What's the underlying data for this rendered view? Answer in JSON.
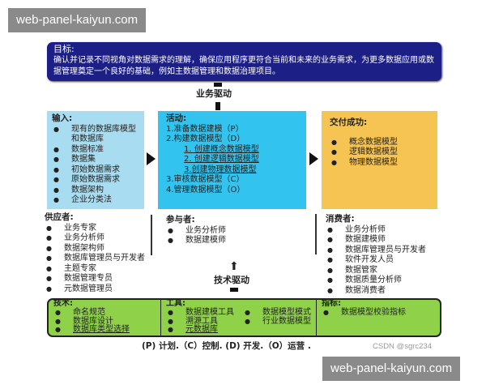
{
  "watermarks": {
    "top": "web-panel-kaiyun.com",
    "bottom": "web-panel-kaiyun.com"
  },
  "goal": {
    "title": "目标:",
    "text": "确认并记录不同视角对数据需求的理解，确保应用程序更符合当前和未来的业务需求，为更多数据应用或数据管理奠定一个良好的基础，例如主数据管理和数据治理项目。"
  },
  "business_driver": "业务驱动",
  "tech_driver": "技术驱动",
  "inputs": {
    "title": "输入:",
    "items": [
      "现有的数据库模型和数据库",
      "数据标准",
      "数据集",
      "初始数据需求",
      "原始数据需求",
      "数据架构",
      "企业分类法"
    ]
  },
  "activities": {
    "title": "活动:",
    "items": [
      "1.准备数据建模（P）",
      "2.构建数据模型（D）",
      "1. 创建概念数据模型",
      "2. 创建逻辑数据模型",
      "3.创建物理数据模型",
      "3.审核数据模型（C）",
      "4.管理数据模型（O）"
    ]
  },
  "deliverables": {
    "title": "交付成功:",
    "items": [
      "概念数据模型",
      "逻辑数据模型",
      "物理数据模型"
    ]
  },
  "suppliers": {
    "title": "供应者:",
    "items": [
      "业务专家",
      "业务分析师",
      "数据架构师",
      "数据库管理员与开发者",
      "主题专家",
      "数据管理专员",
      "元数据管理员"
    ]
  },
  "participants": {
    "title": "参与者:",
    "items": [
      "业务分析师",
      "数据建模师"
    ]
  },
  "consumers": {
    "title": "消费者:",
    "items": [
      "业务分析师",
      "数据建模师",
      "数据库管理员与开发者",
      "软件开发人员",
      "数据管家",
      "数据质量分析师",
      "数据消费者"
    ]
  },
  "techniques": {
    "title": "技术:",
    "items": [
      "命名规范",
      "数据库设计",
      "数据库类型选择"
    ]
  },
  "tools": {
    "title": "工具:",
    "items": [
      "数据建模工具",
      "数据模型模式",
      "溯源工具",
      "行业数据模型",
      "元数据库"
    ]
  },
  "metrics": {
    "title": "指标:",
    "items": [
      "数据模型校验指标"
    ]
  },
  "legend": "(P) 计划.（C）控制. (D) 开发.（O）运营 .",
  "credit": "CSDN @sgrc234",
  "colors": {
    "goal": "#1c1f86",
    "inputs": "#a8dcf0",
    "activities": "#33c3ef",
    "deliverables": "#f6c453",
    "green": "#8fd24a"
  }
}
